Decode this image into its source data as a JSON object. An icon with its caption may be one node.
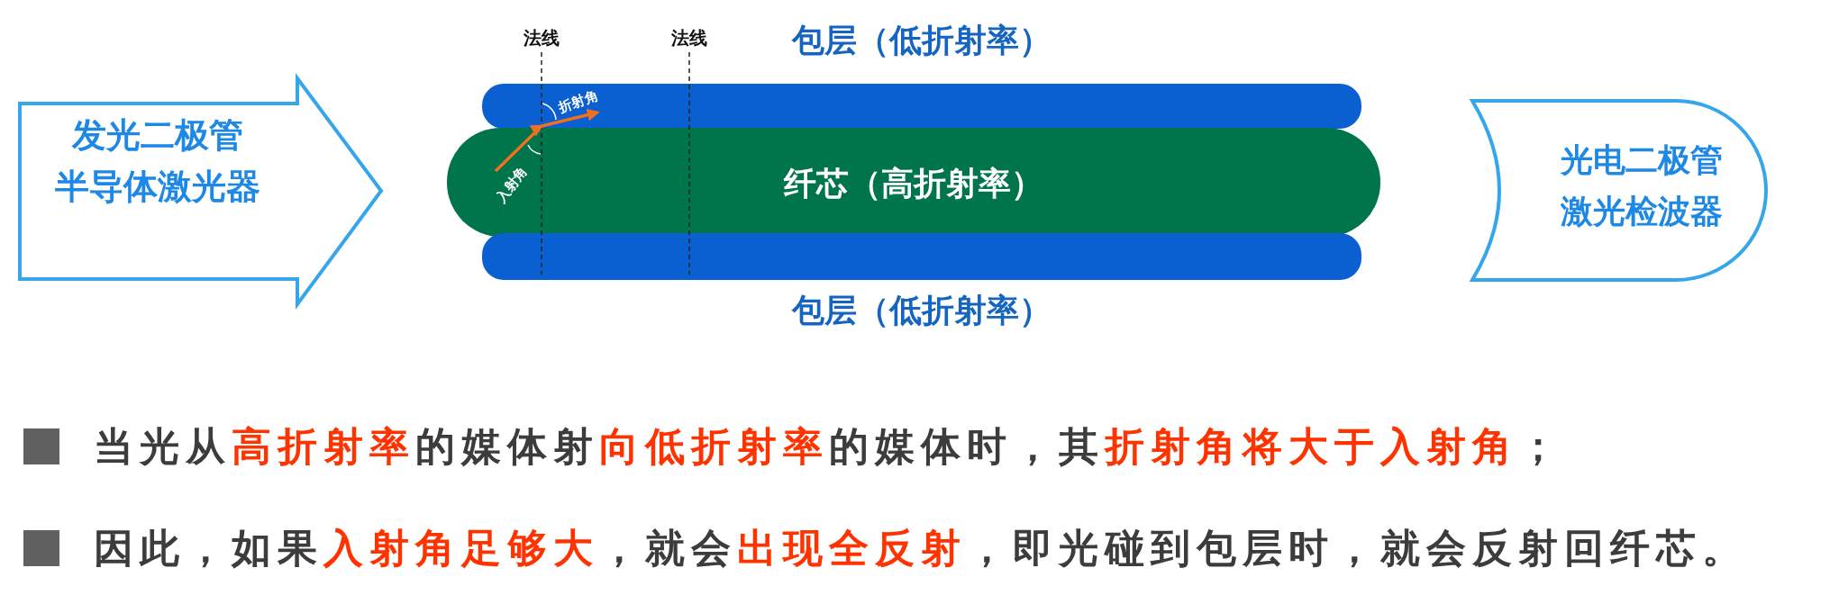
{
  "diagram": {
    "nodes": [
      {
        "text": [
          "发光二极管",
          "半导体激光器"
        ]
      },
      {
        "text": [
          "包层（低折射率）"
        ]
      },
      {
        "text": [
          "纤芯（高折射率）"
        ]
      },
      {
        "text": [
          "包层（低折射率）"
        ]
      },
      {
        "text": [
          "光电二极管",
          "激光检波器"
        ]
      }
    ],
    "edges": [
      {
        "from": 2,
        "to": 1,
        "arrow": "to",
        "color": "#f07020"
      }
    ],
    "labels": [
      "法线",
      "法线",
      "折射角",
      "入射角",
      "当光从**高折射率**的媒体射**向低折射率**的媒体时，其**折射角将大于入射角**；",
      "因此，如果**入射角足够大**，就会**出现全反射**，即光碰到包层时，就会反射回纤芯。"
    ]
  }
}
